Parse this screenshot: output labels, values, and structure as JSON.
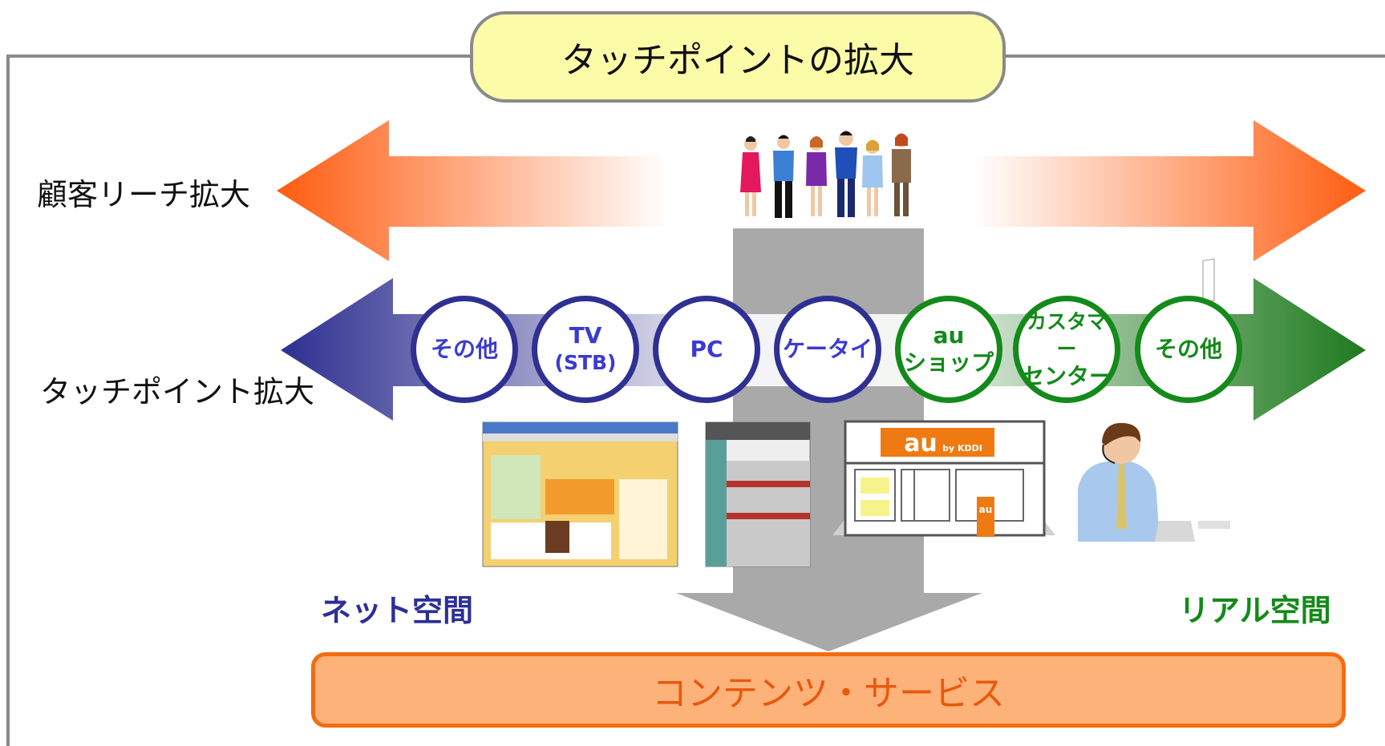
{
  "title": "タッチポイントの拡大",
  "labels": {
    "reach": "顧客リーチ拡大",
    "touchpoint": "タッチポイント拡大",
    "net_space": "ネット空間",
    "real_space": "リアル空間"
  },
  "touchpoints": [
    {
      "lines": [
        "その他"
      ],
      "group": "net"
    },
    {
      "lines": [
        "TV",
        "(STB)"
      ],
      "group": "net"
    },
    {
      "lines": [
        "PC"
      ],
      "group": "net"
    },
    {
      "lines": [
        "ケータイ"
      ],
      "group": "net"
    },
    {
      "lines": [
        "au",
        "ショップ"
      ],
      "group": "real"
    },
    {
      "lines": [
        "カスタマー",
        "センター"
      ],
      "group": "real"
    },
    {
      "lines": [
        "その他"
      ],
      "group": "real"
    }
  ],
  "shop_sign": "au",
  "shop_sign_sub": "by KDDI",
  "shop_door_sign": "au",
  "bottom": "コンテンツ・サービス",
  "colors": {
    "reach_arrow": "#ff6a1a",
    "net_arrow": "#2e2f8f",
    "real_arrow": "#1e7a1e",
    "title_fill": "#fbfba8",
    "content_fill": "#fdb27a",
    "content_border": "#f46b10",
    "column": "#a9a9a9"
  }
}
